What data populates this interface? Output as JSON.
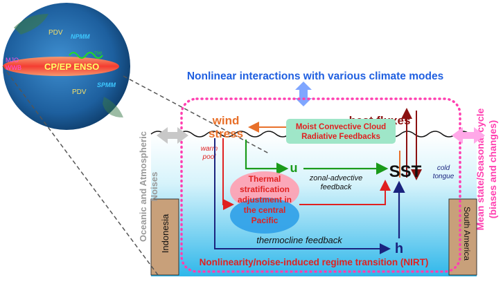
{
  "globe": {
    "pdv_north": "PDV",
    "pdv_south": "PDV",
    "npmm": "NPMM",
    "spmm": "SPMM",
    "tiw": "TIW",
    "mjo": "MJO",
    "wwb": "WWB",
    "enso": "CP/EP ENSO"
  },
  "header": {
    "nonlinear": "Nonlinear interactions with various climate modes"
  },
  "side": {
    "left_line1": "Oceanic and Atmospheric",
    "left_line2": "Noises",
    "right_line1": "Mean state/Seasonal cycle",
    "right_line2": "(biases and changes)"
  },
  "labels": {
    "heat_fluxes": "heat fluxes",
    "wind": "wind",
    "stress": "stress",
    "moist_line1": "Moist Convective Cloud",
    "moist_line2": "Radiative Feedbacks",
    "u": "u",
    "sst": "SST",
    "h": "h",
    "warm": "warm",
    "pool": "pool",
    "cold": "cold",
    "tongue": "tongue",
    "zonal1": "zonal-advective",
    "zonal2": "feedback",
    "thermo_fb": "thermocline feedback",
    "thermal1": "Thermal",
    "thermal2": "stratification",
    "thermal3": "adjustment in",
    "thermal4": "the central",
    "thermal5": "Pacific",
    "indonesia": "Indonesia",
    "south_america": "South America",
    "nirt": "Nonlinearity/noise-induced regime transition (NIRT)"
  },
  "colors": {
    "blue_title": "#1f5fe0",
    "magenta": "#ff3fb0",
    "dark_red": "#8b1010",
    "orange": "#e8702a",
    "green": "#1a9a1a",
    "navy": "#1a237e",
    "red": "#e02020",
    "mint": "#9fe6c8",
    "land": "#c8a07a"
  }
}
